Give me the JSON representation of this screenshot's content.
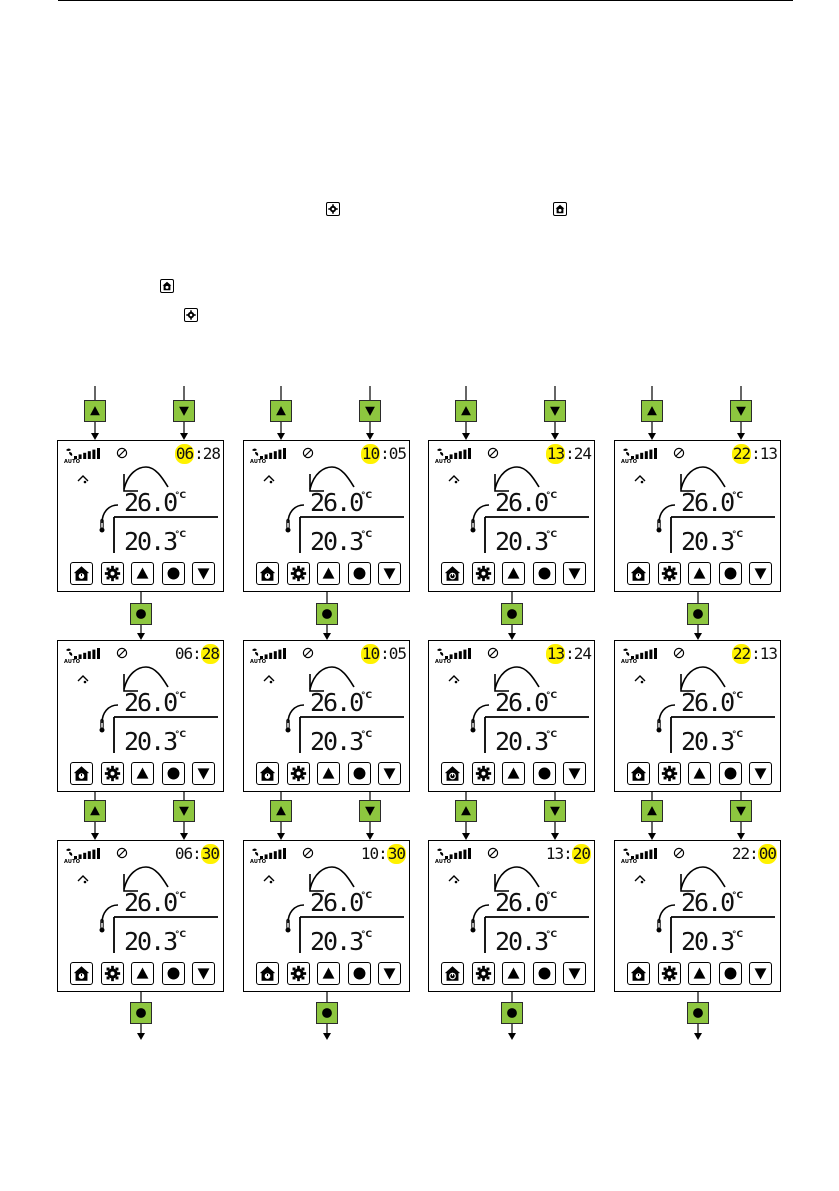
{
  "screens": [
    {
      "row": 0,
      "col": 0,
      "hour": "06",
      "minute": "28",
      "highlight": "hour",
      "left_button": "home"
    },
    {
      "row": 0,
      "col": 1,
      "hour": "10",
      "minute": "05",
      "highlight": "hour",
      "left_button": "home"
    },
    {
      "row": 0,
      "col": 2,
      "hour": "13",
      "minute": "24",
      "highlight": "hour",
      "left_button": "power"
    },
    {
      "row": 0,
      "col": 3,
      "hour": "22",
      "minute": "13",
      "highlight": "hour",
      "left_button": "home"
    },
    {
      "row": 1,
      "col": 0,
      "hour": "06",
      "minute": "28",
      "highlight": "minute",
      "left_button": "home"
    },
    {
      "row": 1,
      "col": 1,
      "hour": "10",
      "minute": "05",
      "highlight": "hour",
      "left_button": "home"
    },
    {
      "row": 1,
      "col": 2,
      "hour": "13",
      "minute": "24",
      "highlight": "hour",
      "left_button": "power"
    },
    {
      "row": 1,
      "col": 3,
      "hour": "22",
      "minute": "13",
      "highlight": "hour",
      "left_button": "home"
    },
    {
      "row": 2,
      "col": 0,
      "hour": "06",
      "minute": "30",
      "highlight": "minute",
      "left_button": "home"
    },
    {
      "row": 2,
      "col": 1,
      "hour": "10",
      "minute": "30",
      "highlight": "minute",
      "left_button": "home"
    },
    {
      "row": 2,
      "col": 2,
      "hour": "13",
      "minute": "20",
      "highlight": "minute",
      "left_button": "power"
    },
    {
      "row": 2,
      "col": 3,
      "hour": "22",
      "minute": "00",
      "highlight": "minute",
      "left_button": "home"
    }
  ],
  "display": {
    "setpoint": "26.0",
    "room_temp": "20.3",
    "unit": "°C",
    "fan_mode": "AUTO",
    "colon": ":"
  },
  "colors": {
    "node_green": "#8dc63f",
    "highlight_yellow": "#fff200"
  },
  "icons": {
    "inline_top": [
      "gear-icon",
      "home-icon"
    ],
    "inline_mid": [
      "home-icon",
      "gear-icon"
    ],
    "nodes": [
      "up-triangle-icon",
      "down-triangle-icon",
      "circle-icon"
    ]
  }
}
